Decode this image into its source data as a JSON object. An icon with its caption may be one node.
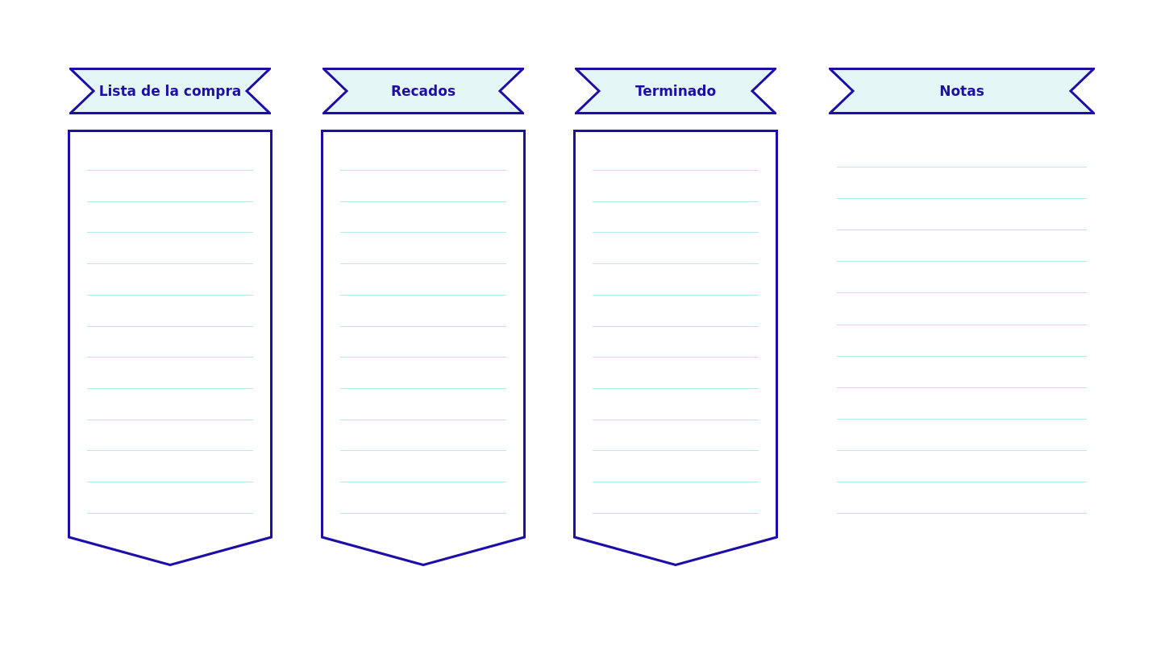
{
  "diagram": {
    "nodes": [
      {
        "text": [
          "Lista de la compra"
        ]
      },
      {
        "text": [
          "Recados"
        ]
      },
      {
        "text": [
          "Terminado"
        ]
      },
      {
        "text": [
          "Notas"
        ]
      },
      {
        "text": [],
        "shape": "box"
      },
      {
        "text": [],
        "shape": "box"
      },
      {
        "text": [],
        "shape": "box"
      }
    ]
  }
}
